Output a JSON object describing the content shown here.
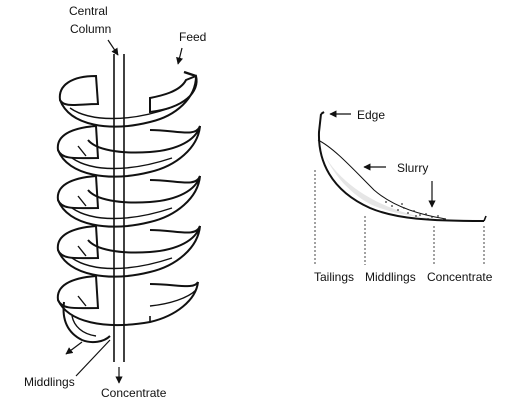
{
  "labels": {
    "central_column": [
      "Central",
      "Column"
    ],
    "feed": "Feed",
    "middlings_left": "Middlings",
    "concentrate_left": "Concentrate",
    "edge": "Edge",
    "slurry": "Slurry",
    "tailings": "Tailings",
    "middlings_right": "Middlings",
    "concentrate_right": "Concentrate"
  },
  "colors": {
    "ink": "#111111",
    "background": "#ffffff",
    "slurry_fill": "#e6e6e6"
  }
}
